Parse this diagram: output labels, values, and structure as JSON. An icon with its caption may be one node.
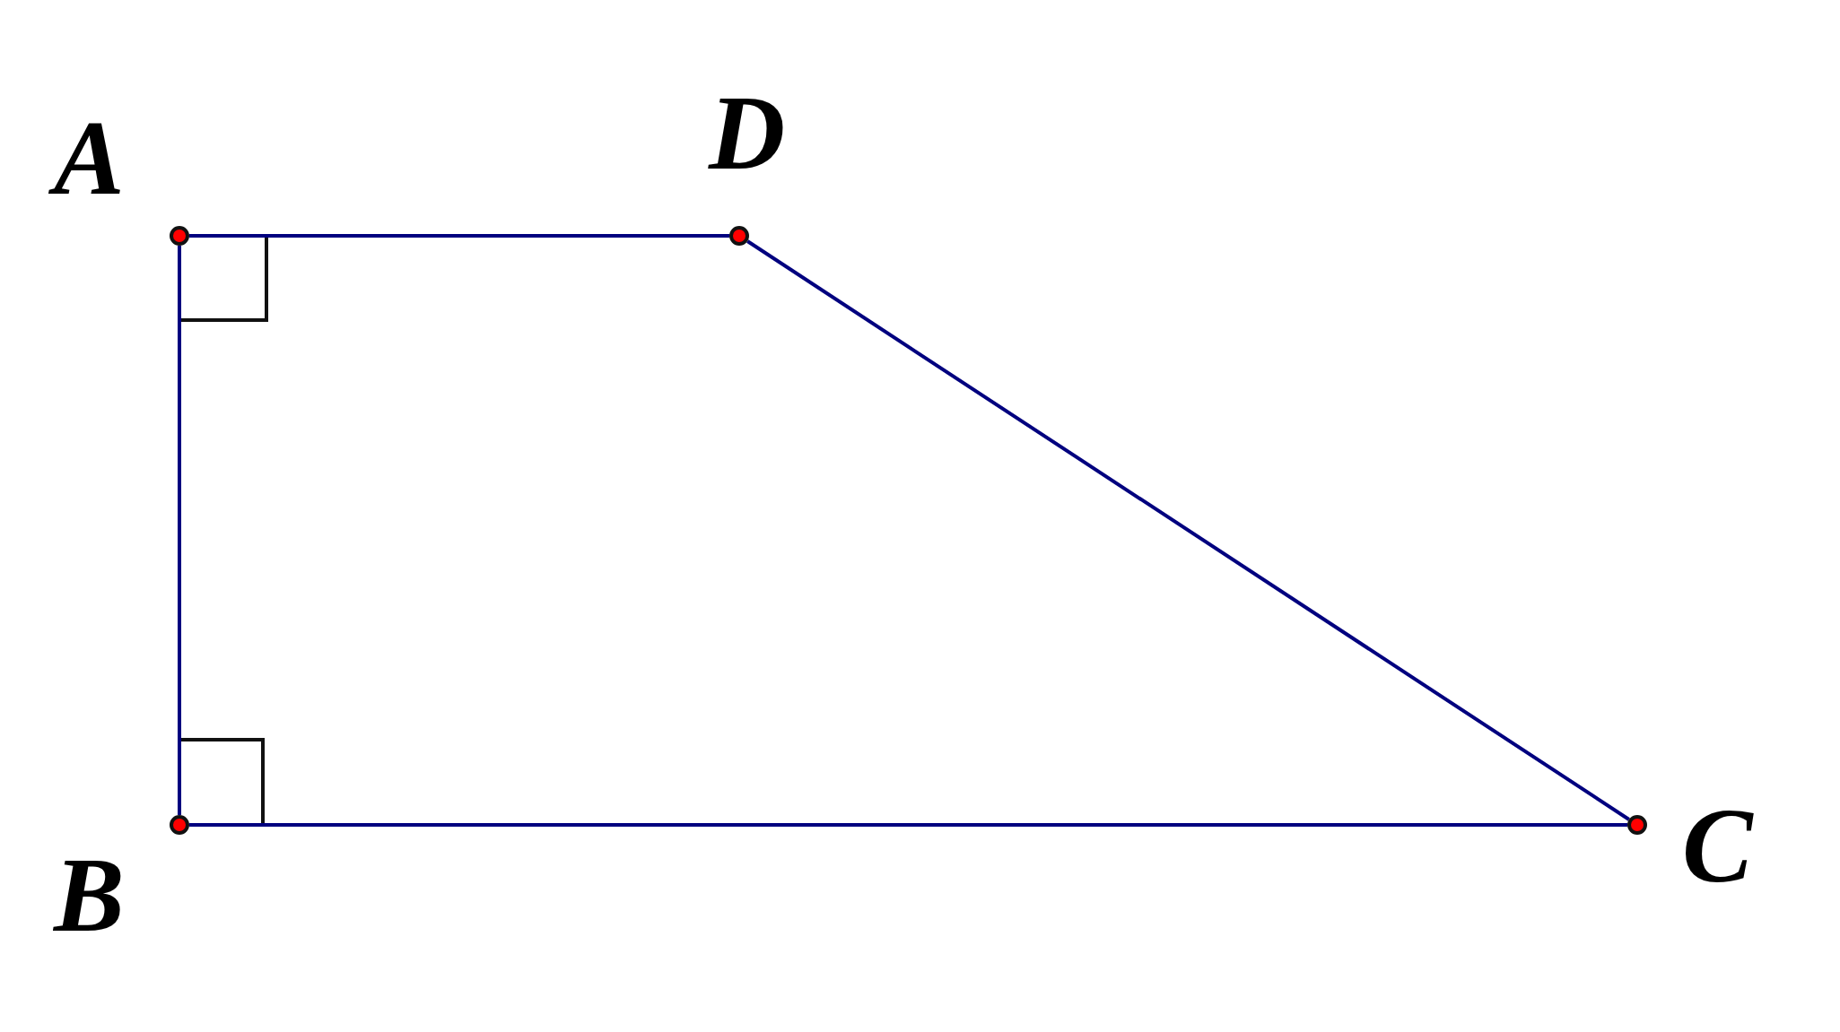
{
  "diagram": {
    "nodes": [
      {
        "text": [],
        "shape": "circle",
        "beside": [
          "A"
        ]
      },
      {
        "text": [],
        "shape": "circle",
        "beside": [
          "B"
        ]
      },
      {
        "text": [],
        "shape": "circle",
        "beside": [
          "C"
        ]
      },
      {
        "text": [],
        "shape": "circle",
        "beside": [
          "D"
        ]
      }
    ],
    "edges": [
      {
        "from": 0,
        "to": 3,
        "arrow": "none"
      },
      {
        "from": 3,
        "to": 2,
        "arrow": "none"
      },
      {
        "from": 2,
        "to": 1,
        "arrow": "none"
      },
      {
        "from": 1,
        "to": 0,
        "arrow": "none"
      }
    ]
  }
}
